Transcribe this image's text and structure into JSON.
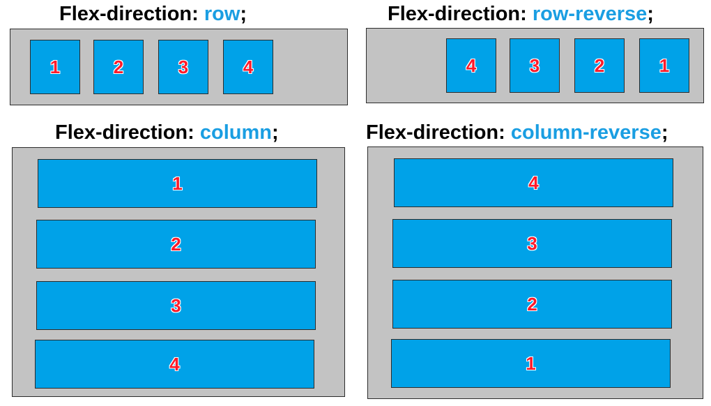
{
  "colors": {
    "keyword": "#1a9ee2",
    "panel_bg": "#c3c3c3",
    "item_bg": "#00a2e8",
    "item_number": "#ff1a2a"
  },
  "sections": [
    {
      "prefix": "Flex-direction: ",
      "value": "row",
      "suffix": ";",
      "items": [
        "1",
        "2",
        "3",
        "4"
      ]
    },
    {
      "prefix": "Flex-direction: ",
      "value": "row-reverse",
      "suffix": ";",
      "items": [
        "4",
        "3",
        "2",
        "1"
      ]
    },
    {
      "prefix": "Flex-direction: ",
      "value": "column",
      "suffix": ";",
      "items": [
        "1",
        "2",
        "3",
        "4"
      ]
    },
    {
      "prefix": "Flex-direction: ",
      "value": "column-reverse",
      "suffix": ";",
      "items": [
        "4",
        "3",
        "2",
        "1"
      ]
    }
  ]
}
